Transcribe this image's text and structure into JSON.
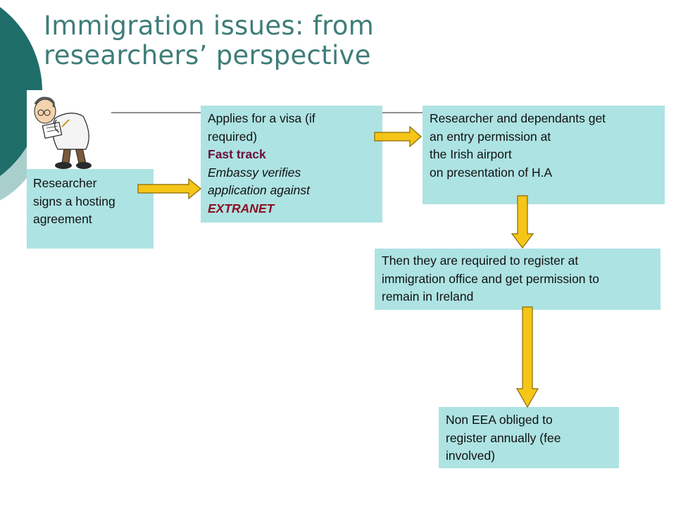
{
  "title": {
    "line1": "Immigration issues:  from",
    "line2": "researchers’ perspective"
  },
  "boxes": {
    "hosting": {
      "lines": [
        "Researcher",
        "signs a hosting",
        "agreement"
      ]
    },
    "visa": {
      "line1": "Applies for a visa (if",
      "line2": "required)",
      "fast_track": "Fast track",
      "embassy1": "Embassy verifies",
      "embassy2": "application against",
      "extranet": "EXTRANET"
    },
    "entry": {
      "lines": [
        "Researcher and dependants  get",
        "an entry permission at",
        "the Irish airport",
        "on presentation of  H.A"
      ]
    },
    "register": {
      "lines": [
        "Then they are required to register at",
        "immigration  office and get permission to",
        "remain in Ireland"
      ]
    },
    "annual": {
      "lines": [
        "Non EEA obliged to",
        "register annually (fee",
        "involved)"
      ]
    }
  },
  "colors": {
    "title": "#3e7d79",
    "box_fill": "#aee3e3",
    "arrow_fill": "#f5c518",
    "arrow_stroke": "#8a6a00",
    "decor_dark": "#1f6e6a",
    "decor_light": "#a9cfcd"
  },
  "icons": {
    "researcher": "scientist-with-clipboard-illustration"
  }
}
